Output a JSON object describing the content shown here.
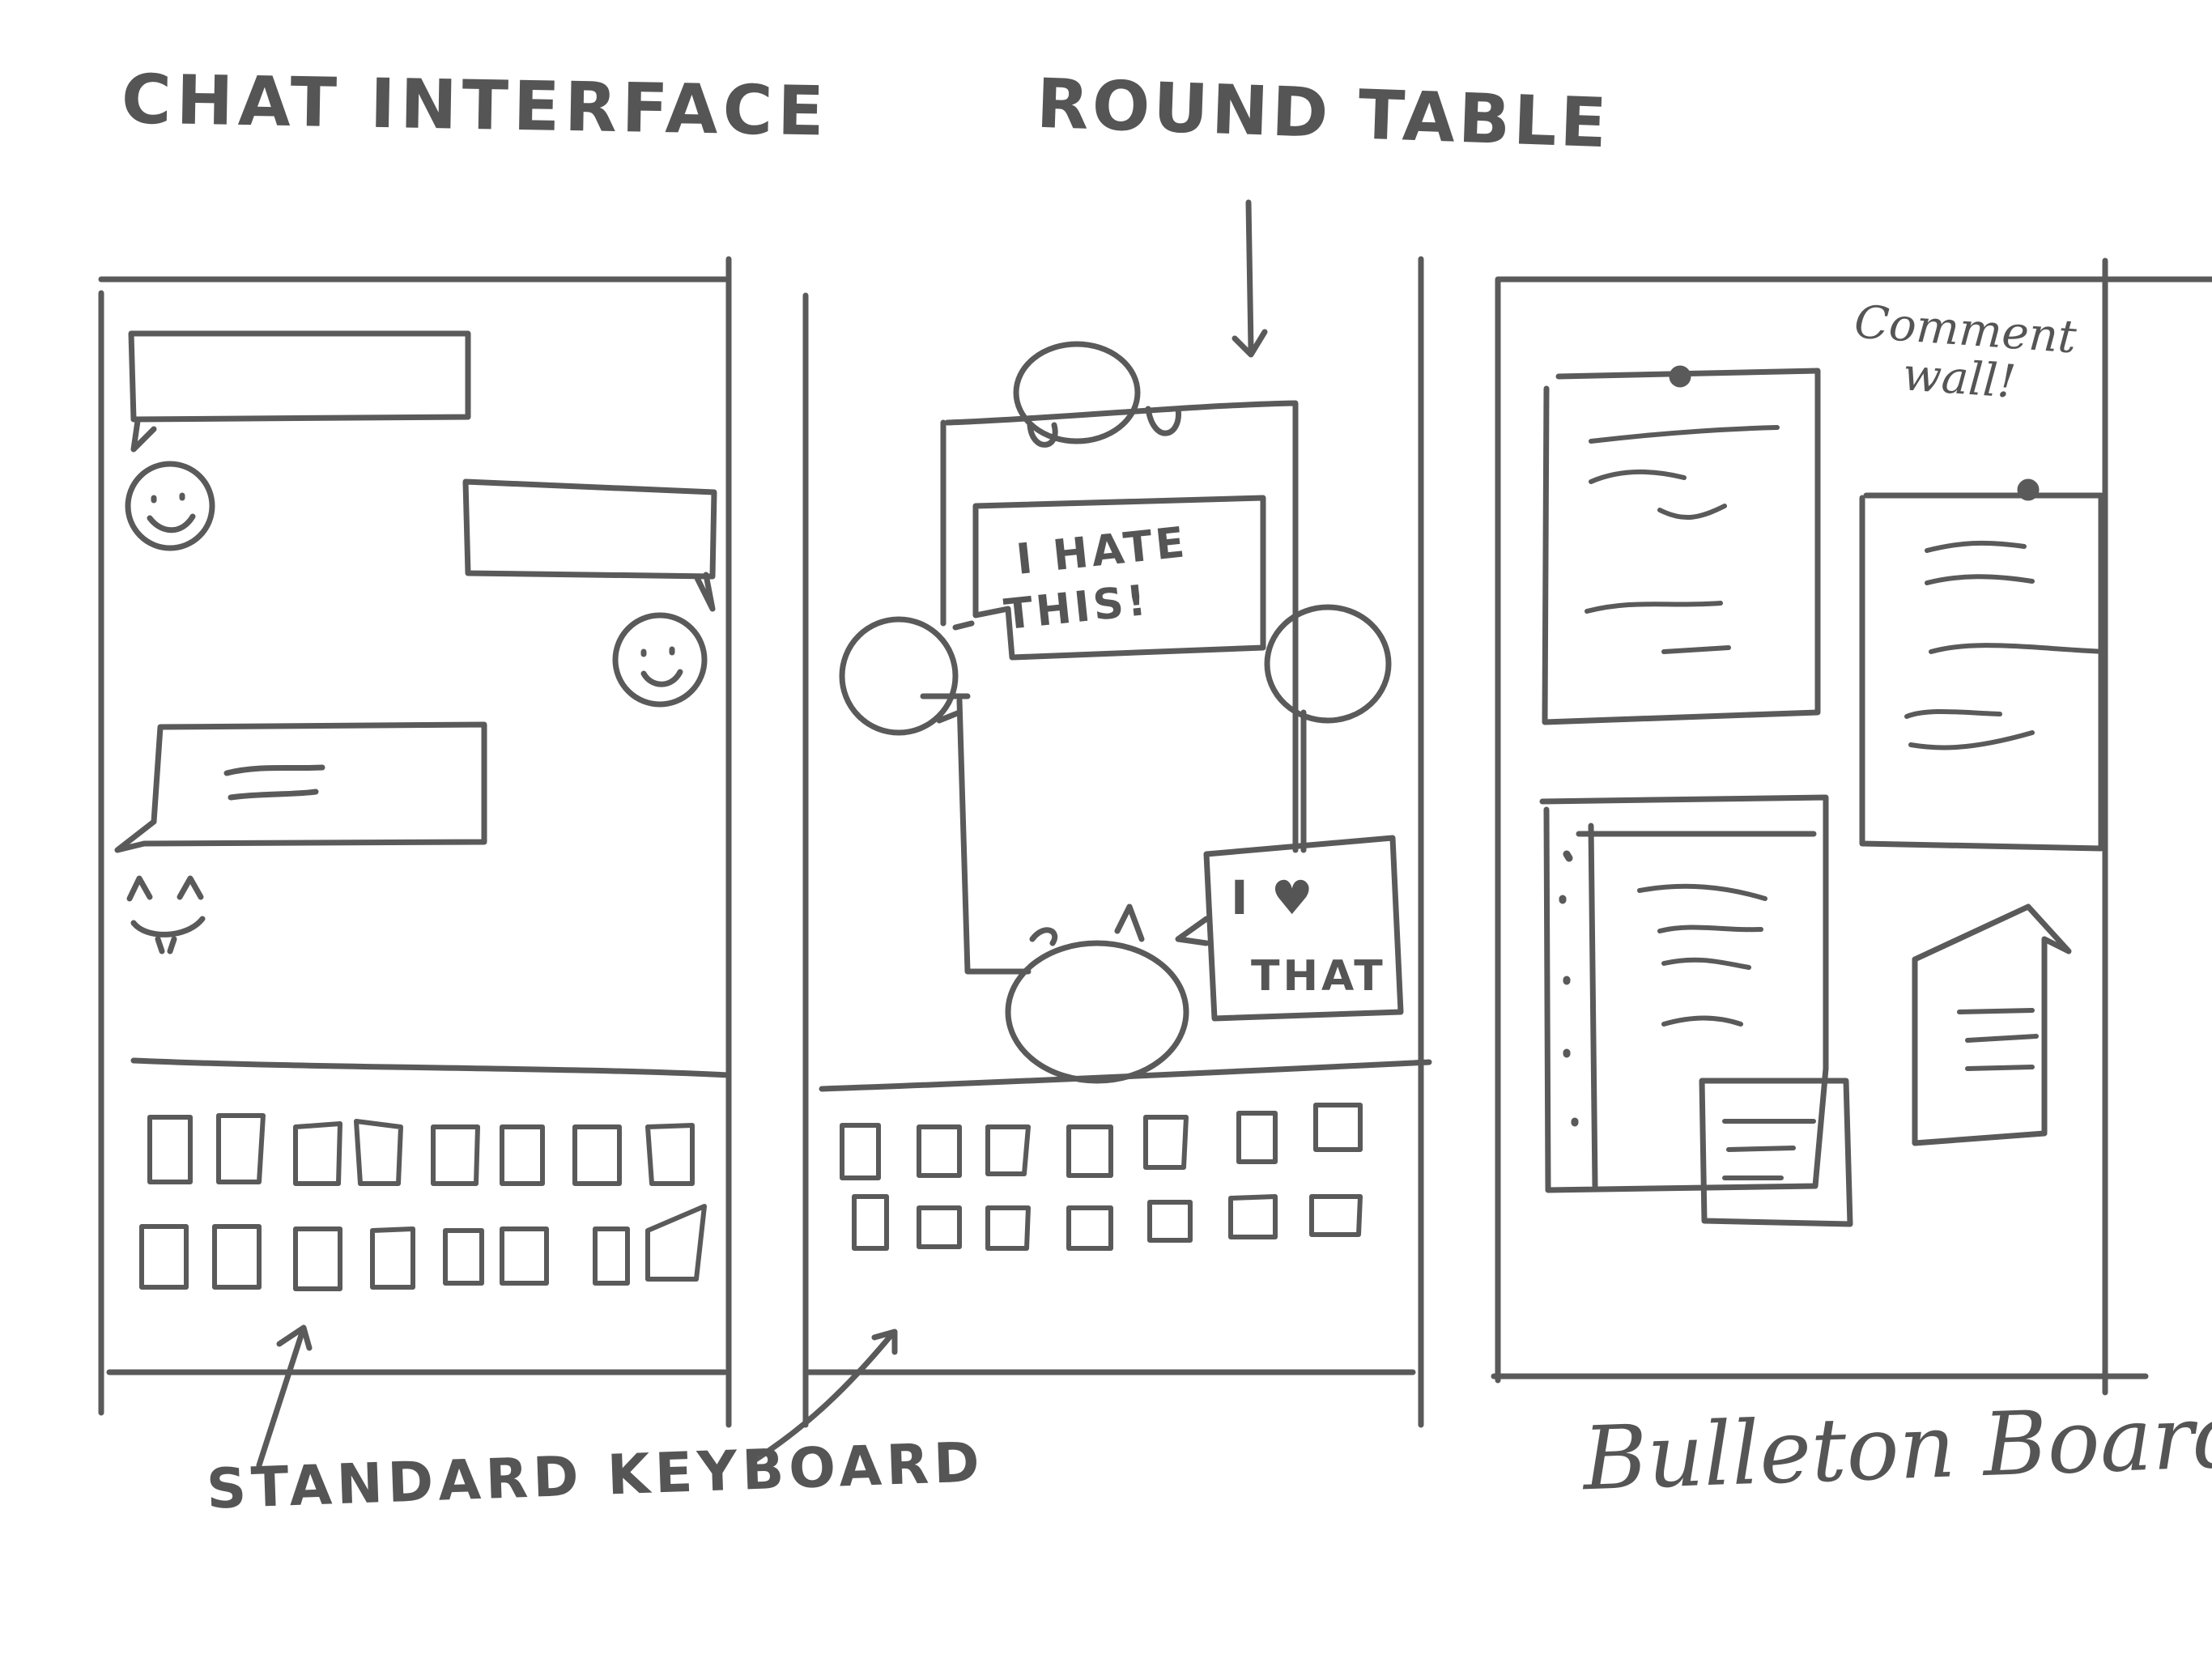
{
  "labels": {
    "chat_interface": "CHAT INTERFACE",
    "round_table": "ROUND TABLE",
    "standard_keyboard": "STANDARD KEYBOARD",
    "bulletin_board": "Bulleton Board",
    "comment_wall_1": "Comment",
    "comment_wall_2": "wall!",
    "bubble_hate_1": "I HATE",
    "bubble_hate_2": "THIS!",
    "bubble_love_1": "I ♥",
    "bubble_love_2": "THAT"
  },
  "colors": {
    "ink": "#555555",
    "paper": "#ffffff"
  }
}
